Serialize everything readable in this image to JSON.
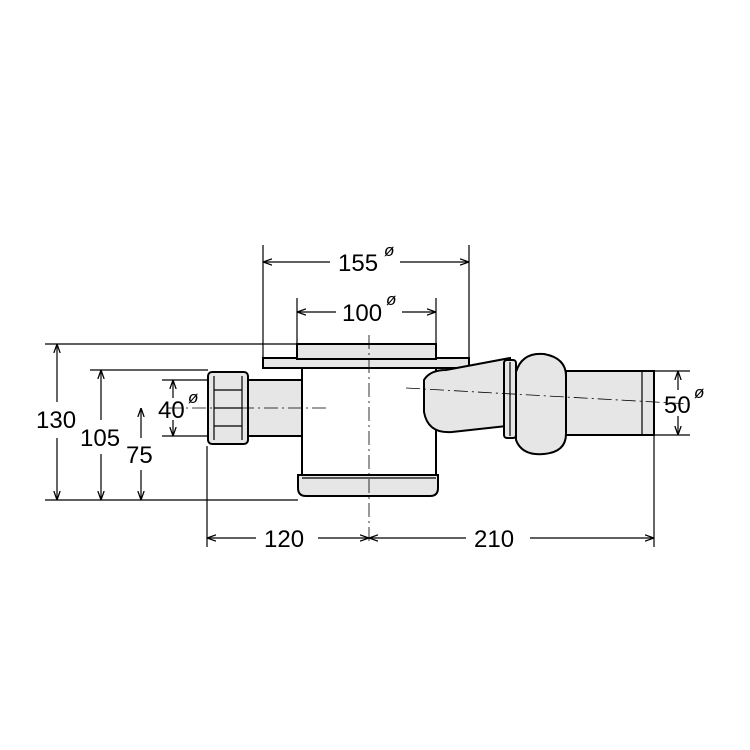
{
  "dimensions": {
    "top_diameter": {
      "value": "155",
      "symbol": "ø"
    },
    "grate_diameter": {
      "value": "100",
      "symbol": "ø"
    },
    "total_height": "130",
    "outlet_height_left": "105",
    "inlet_height": "75",
    "left_pipe_diameter": {
      "value": "40",
      "symbol": "ø"
    },
    "right_pipe_diameter": {
      "value": "50",
      "symbol": "ø"
    },
    "left_length": "120",
    "right_length": "210"
  }
}
